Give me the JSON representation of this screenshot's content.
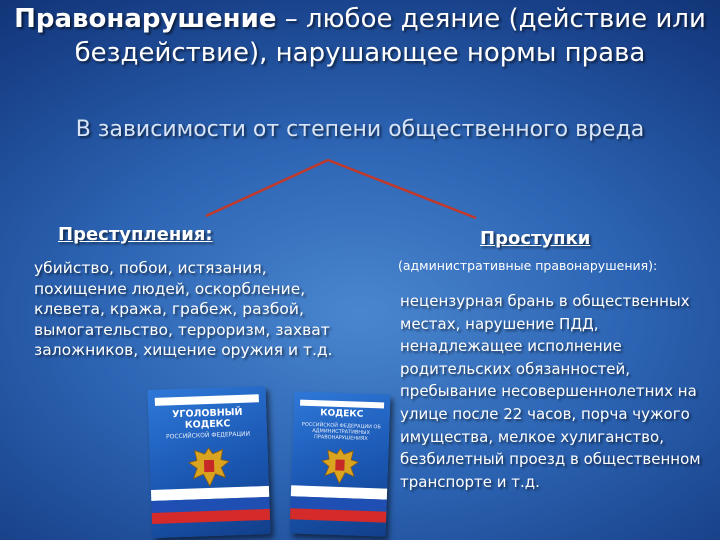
{
  "title": {
    "bold": "Правонарушение",
    "rest": " – любое деяние (действие или бездействие), нарушающее нормы права"
  },
  "subtitle": "В зависимости от степени общественного вреда",
  "crimes": {
    "heading": " Преступления:",
    "text": " убийство, побои, истязания, похищение людей, оскорбление, клевета, кража, грабеж, разбой, вымогательство, терроризм, захват заложников, хищение оружия и т.д."
  },
  "misdemeanors": {
    "heading": "Проступки",
    "note": "(административные правонарушения):",
    "text": " нецензурная брань в общественных местах, нарушение ПДД, ненадлежащее исполнение родительских обязанностей, пребывание несовершеннолетних на улице после 22 часов, порча чужого имущества, мелкое хулиганство, безбилетный проезд в общественном транспорте и т.д."
  },
  "book_left": {
    "title": "УГОЛОВНЫЙ КОДЕКС",
    "subtitle": "РОССИЙСКОЙ ФЕДЕРАЦИИ"
  },
  "book_right": {
    "title": "КОДЕКС",
    "subtitle": "РОССИЙСКОЙ ФЕДЕРАЦИИ ОБ АДМИНИСТРАТИВНЫХ ПРАВОНАРУШЕНИЯХ"
  },
  "colors": {
    "arrow": "#c0392b",
    "flag_white": "#ffffff",
    "flag_blue": "#1f4fb3",
    "flag_red": "#d42a2a",
    "emblem_gold": "#d9a520"
  }
}
